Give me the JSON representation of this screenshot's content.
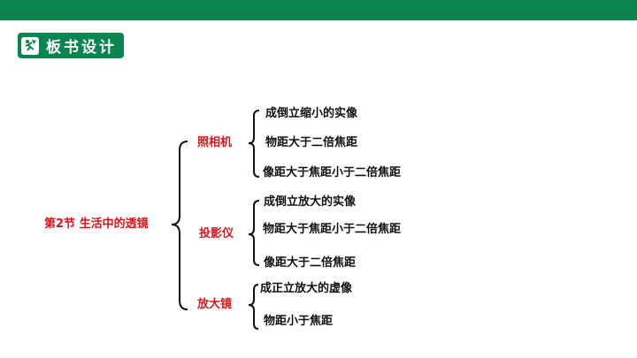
{
  "header": {
    "badge_label": "板书设计",
    "badge_icon": "runner-flag-icon",
    "accent": "#0b8450"
  },
  "root": {
    "label": "第2节  生活中的透镜",
    "color": "#e0121a"
  },
  "branches": [
    {
      "label": "照相机",
      "items": [
        "成倒立缩小的实像",
        "物距大于二倍焦距",
        "像距大于焦距小于二倍焦距"
      ]
    },
    {
      "label": "投影仪",
      "items": [
        "成倒立放大的实像",
        "物距大于焦距小于二倍焦距",
        "像距大于二倍焦距"
      ]
    },
    {
      "label": "放大镜",
      "items": [
        "成正立放大的虚像",
        "物距小于焦距"
      ]
    }
  ]
}
